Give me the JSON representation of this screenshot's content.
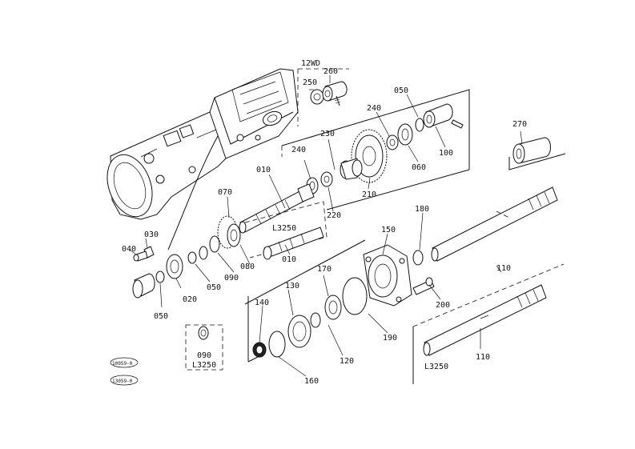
{
  "labels": {
    "p010a": "010",
    "p010b": "010",
    "p020": "020",
    "p030": "030",
    "p040": "040",
    "p050a": "050",
    "p050b": "050",
    "p050c": "050",
    "p060": "060",
    "p070": "070",
    "p080": "080",
    "p090a": "090",
    "p090b": "090",
    "p100": "100",
    "p110a": "110",
    "p110b": "110",
    "p120": "120",
    "p130": "130",
    "p140": "140",
    "p150": "150",
    "p160": "160",
    "p170": "170",
    "p180": "180",
    "p190": "190",
    "p200": "200",
    "p210": "210",
    "p220": "220",
    "p230": "230",
    "p240a": "240",
    "p240b": "240",
    "p250": "250",
    "p260": "260",
    "p270": "270"
  },
  "variants": {
    "twd": "12WD",
    "l3250_shaft": "L3250",
    "l3250_inset": "L3250",
    "l3250_110": "L3250"
  },
  "codes": {
    "code1": "10059-0",
    "code2": "13059-0"
  }
}
